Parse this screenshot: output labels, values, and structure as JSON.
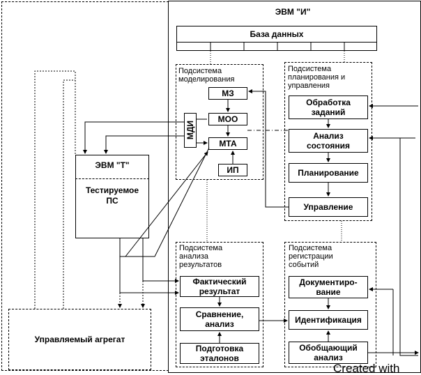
{
  "evm_i": {
    "title": "ЭВМ \"И\""
  },
  "database": {
    "title": "База данных"
  },
  "modeling": {
    "label": "Подсистема\nмоделирования",
    "mz": "МЗ",
    "moo": "МОО",
    "mta": "МТА",
    "ip": "ИП",
    "mdi": "МДИ"
  },
  "planning": {
    "label": "Подсистема\nпланирования и\nуправления",
    "task_processing": "Обработка\nзаданий",
    "state_analysis": "Анализ\nсостояния",
    "planning": "Планирование",
    "control": "Управление"
  },
  "evm_t": {
    "title": "ЭВМ \"Т\"",
    "tested": "Тестируемое\nПС"
  },
  "analysis": {
    "label": "Подсистема\nанализа\nрезультатов",
    "actual": "Фактический\nрезультат",
    "compare": "Сравнение,\nанализ",
    "standards": "Подготовка\nэталонов"
  },
  "events": {
    "label": "Подсистема\nрегистрации\nсобытий",
    "documenting": "Документиро-\nвание",
    "identification": "Идентификация",
    "summary": "Обобщающий\nанализ"
  },
  "controlled_unit": {
    "title": "Управляемый агрегат"
  },
  "watermark": "Created with"
}
